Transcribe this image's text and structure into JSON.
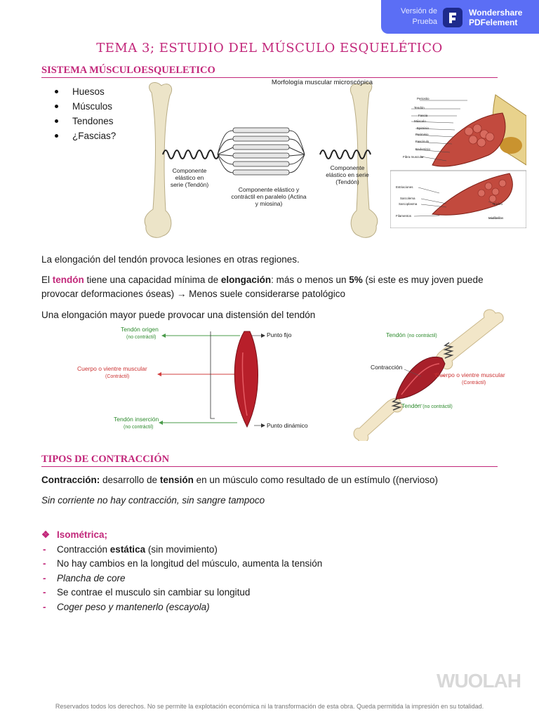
{
  "watermark": {
    "version_label": "Versión de Prueba",
    "brand": "Wondershare PDFelement",
    "footer_logo": "WUOLAH"
  },
  "title": "TEMA 3; ESTUDIO DEL MÚSCULO ESQUELÉTICO",
  "section1": {
    "heading": "SISTEMA MÚSCULOESQUELETICO",
    "bullets": [
      "Huesos",
      "Músculos",
      "Tendones",
      "¿Fascias?"
    ]
  },
  "figure1": {
    "title": "Morfología muscular microscópica",
    "label_left": "Componente elástico en serie (Tendón)",
    "label_center": "Componente elástico y contráctil en paralelo (Actina y miosina)",
    "label_right": "Componente elástico en serie (Tendón)"
  },
  "figure2": {
    "top_labels": [
      "Periostio",
      "Tendón",
      "Fascia",
      "Músculo",
      "Epimisio",
      "Perimisio",
      "Fascículo",
      "Endomisio",
      "Fibra muscular"
    ],
    "bottom_labels": [
      "Estriaciones",
      "Sarcolema",
      "Sarcoplasma",
      "Núcleo",
      "Filamentos",
      "Miofibrillas"
    ]
  },
  "paragraphs": {
    "p1": "La elongación del tendón provoca lesiones en otras regiones.",
    "p2_a": "El ",
    "p2_tendon": "tendón",
    "p2_b": " tiene una capacidad mínima de ",
    "p2_elong": "elongación",
    "p2_c": ": más o menos un ",
    "p2_pct": "5%",
    "p2_d": " (si este es muy joven puede provocar deformaciones óseas) ",
    "p2_arrow": "→",
    "p2_e": " Menos suele considerarse patológico",
    "p3": "Una elongación mayor puede provocar una distensión del tendón"
  },
  "figure3": {
    "tendon_origen": "Tendón origen",
    "no_contractil_1": "(no contráctil)",
    "cuerpo": "Cuerpo o vientre muscular",
    "contractil": "(Contráctil)",
    "tendon_insercion": "Tendón inserción",
    "no_contractil_2": "(no contráctil)",
    "punto_fijo": "Punto fijo",
    "punto_dinamico": "Punto dinámico"
  },
  "figure4": {
    "tendon_top": "Tendón",
    "tendon_top_sub": "(no contráctil)",
    "contraccion": "Contracción",
    "cuerpo": "Cuerpo o vientre muscular",
    "contractil": "(Contráctil)",
    "tendon_bottom": "Tendón",
    "tendon_bottom_sub": "(no contráctil)"
  },
  "section2": {
    "heading": "TIPOS DE CONTRACCIÓN",
    "def_term": "Contracción:",
    "def_a": " desarrollo de ",
    "def_bold": "tensión",
    "def_b": " en un músculo como resultado de un estímulo ((nervioso)",
    "note": "Sin corriente no hay contracción, sin sangre tampoco",
    "iso_symbol": "❖",
    "iso_heading": "Isométrica;",
    "items": {
      "i1_a": "Contracción ",
      "i1_bold": "estática",
      "i1_b": " (sin movimiento)",
      "i2": "No hay cambios en la longitud del músculo, aumenta la tensión",
      "i3": "Plancha de core",
      "i4": "Se contrae el musculo sin cambiar su longitud",
      "i5": "Coger peso y mantenerlo (escayola)"
    }
  },
  "footer": "Reservados todos los derechos. No se permite la explotación económica ni la transformación de esta obra. Queda permitida la impresión en su totalidad."
}
